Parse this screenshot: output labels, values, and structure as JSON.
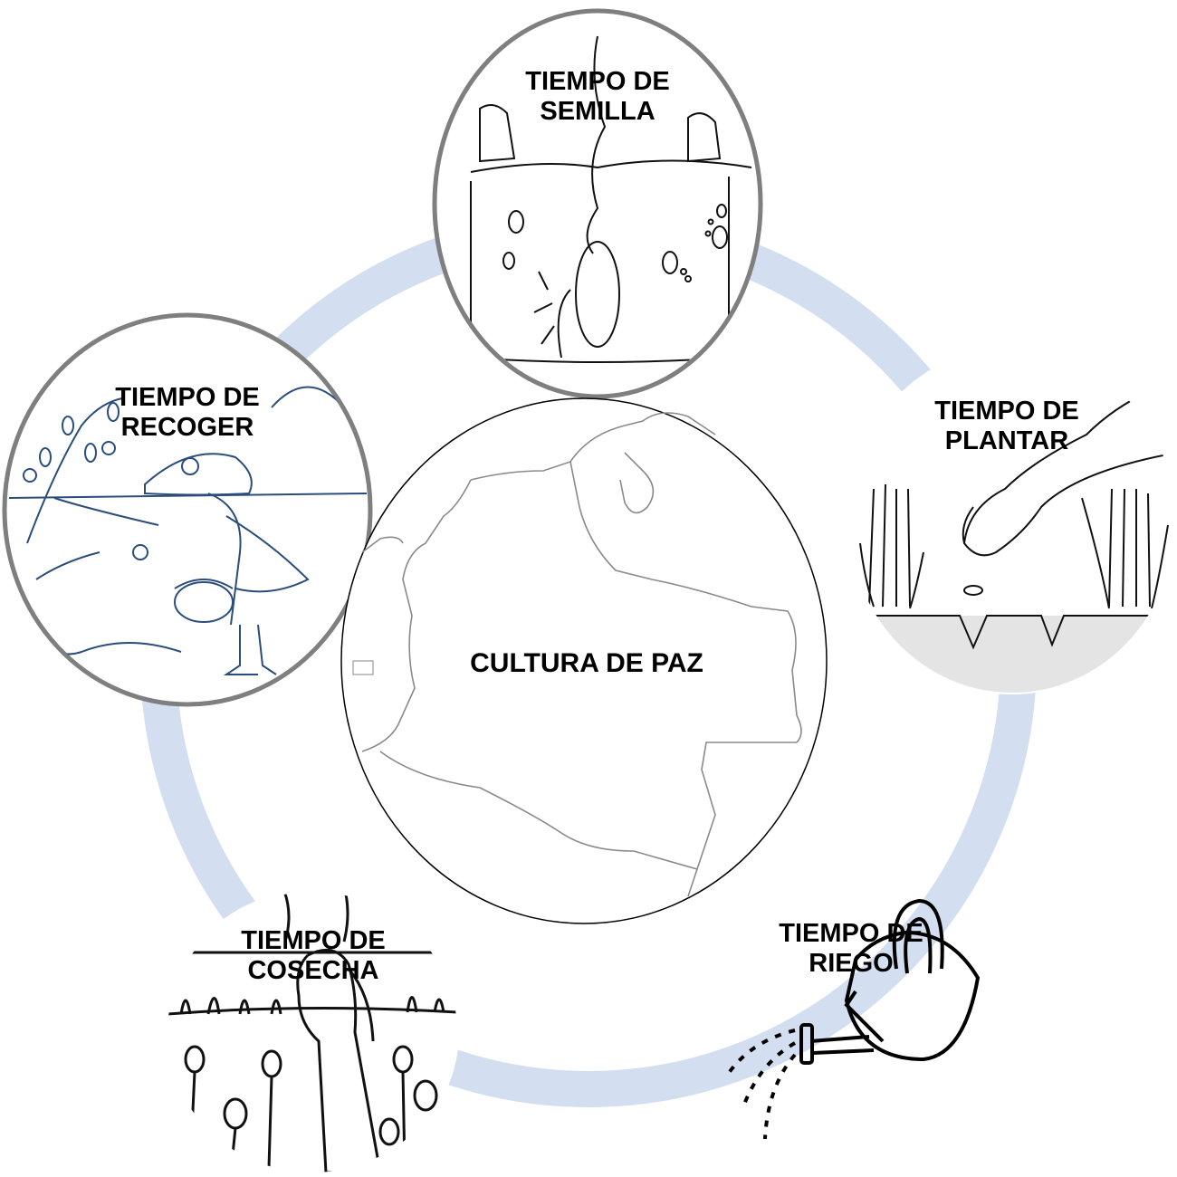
{
  "center": {
    "label": "CULTURA DE PAZ",
    "illustration": "colombia-map"
  },
  "stages": [
    {
      "id": "semilla",
      "line1": "TIEMPO DE",
      "line2": "SEMILLA",
      "illustration": "seed-sprouting"
    },
    {
      "id": "plantar",
      "line1": "TIEMPO DE",
      "line2": "PLANTAR",
      "illustration": "hand-planting-seed"
    },
    {
      "id": "riego",
      "line1": "TIEMPO DE",
      "line2": "RIEGO",
      "illustration": "watering-can"
    },
    {
      "id": "cosecha",
      "line1": "TIEMPO DE",
      "line2": "COSECHA",
      "illustration": "woman-in-field"
    },
    {
      "id": "recoger",
      "line1": "TIEMPO DE",
      "line2": "RECOGER",
      "illustration": "girl-picking-fruit"
    }
  ],
  "colors": {
    "cycle_ring": "#d3dff0",
    "ink": "#000000",
    "blue_ink": "#2a4d7c",
    "frame": "#7f7f7f"
  }
}
